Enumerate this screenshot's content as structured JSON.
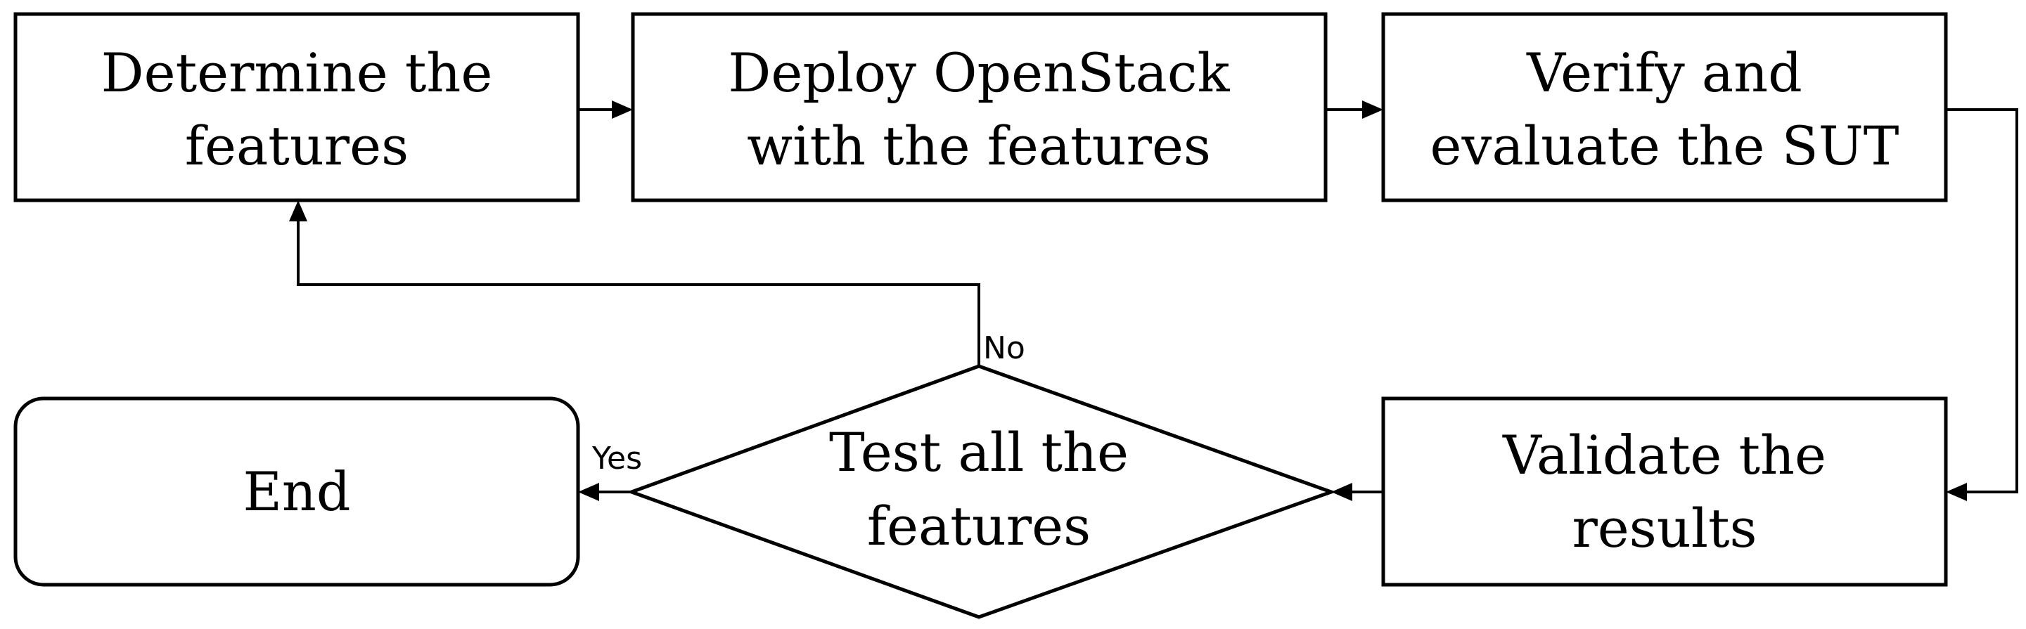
{
  "nodes": {
    "determine": {
      "lines": [
        "Determine the",
        "features"
      ]
    },
    "deploy": {
      "lines": [
        "Deploy OpenStack",
        "with the features"
      ]
    },
    "verify": {
      "lines": [
        "Verify and",
        "evaluate the SUT"
      ]
    },
    "validate": {
      "lines": [
        "Validate the",
        "results"
      ]
    },
    "decision": {
      "lines": [
        "Test all the",
        "features"
      ]
    },
    "end": {
      "lines": [
        "End"
      ]
    }
  },
  "edges": {
    "no_label": "No",
    "yes_label": "Yes"
  }
}
